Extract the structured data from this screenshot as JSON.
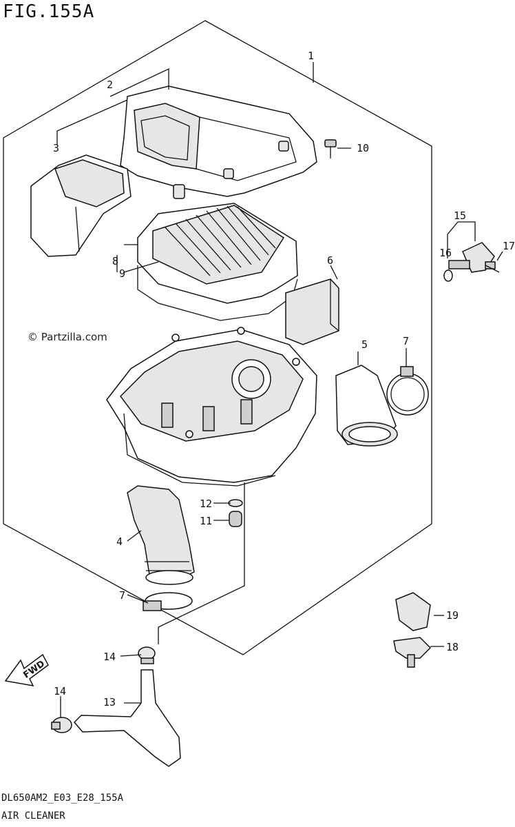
{
  "figure": {
    "title": "FIG.155A",
    "footer_code": "DL650AM2_E03_E28_155A",
    "footer_name": "AIR CLEANER",
    "watermark": "© Partzilla.com",
    "fwd_label": "FWD"
  },
  "callouts": {
    "c1": "1",
    "c2": "2",
    "c3": "3",
    "c4": "4",
    "c5": "5",
    "c6": "6",
    "c7a": "7",
    "c7b": "7",
    "c8": "8",
    "c9": "9",
    "c10": "10",
    "c11": "11",
    "c12": "12",
    "c13": "13",
    "c14a": "14",
    "c14b": "14",
    "c15": "15",
    "c16": "16",
    "c17": "17",
    "c18": "18",
    "c19": "19"
  }
}
